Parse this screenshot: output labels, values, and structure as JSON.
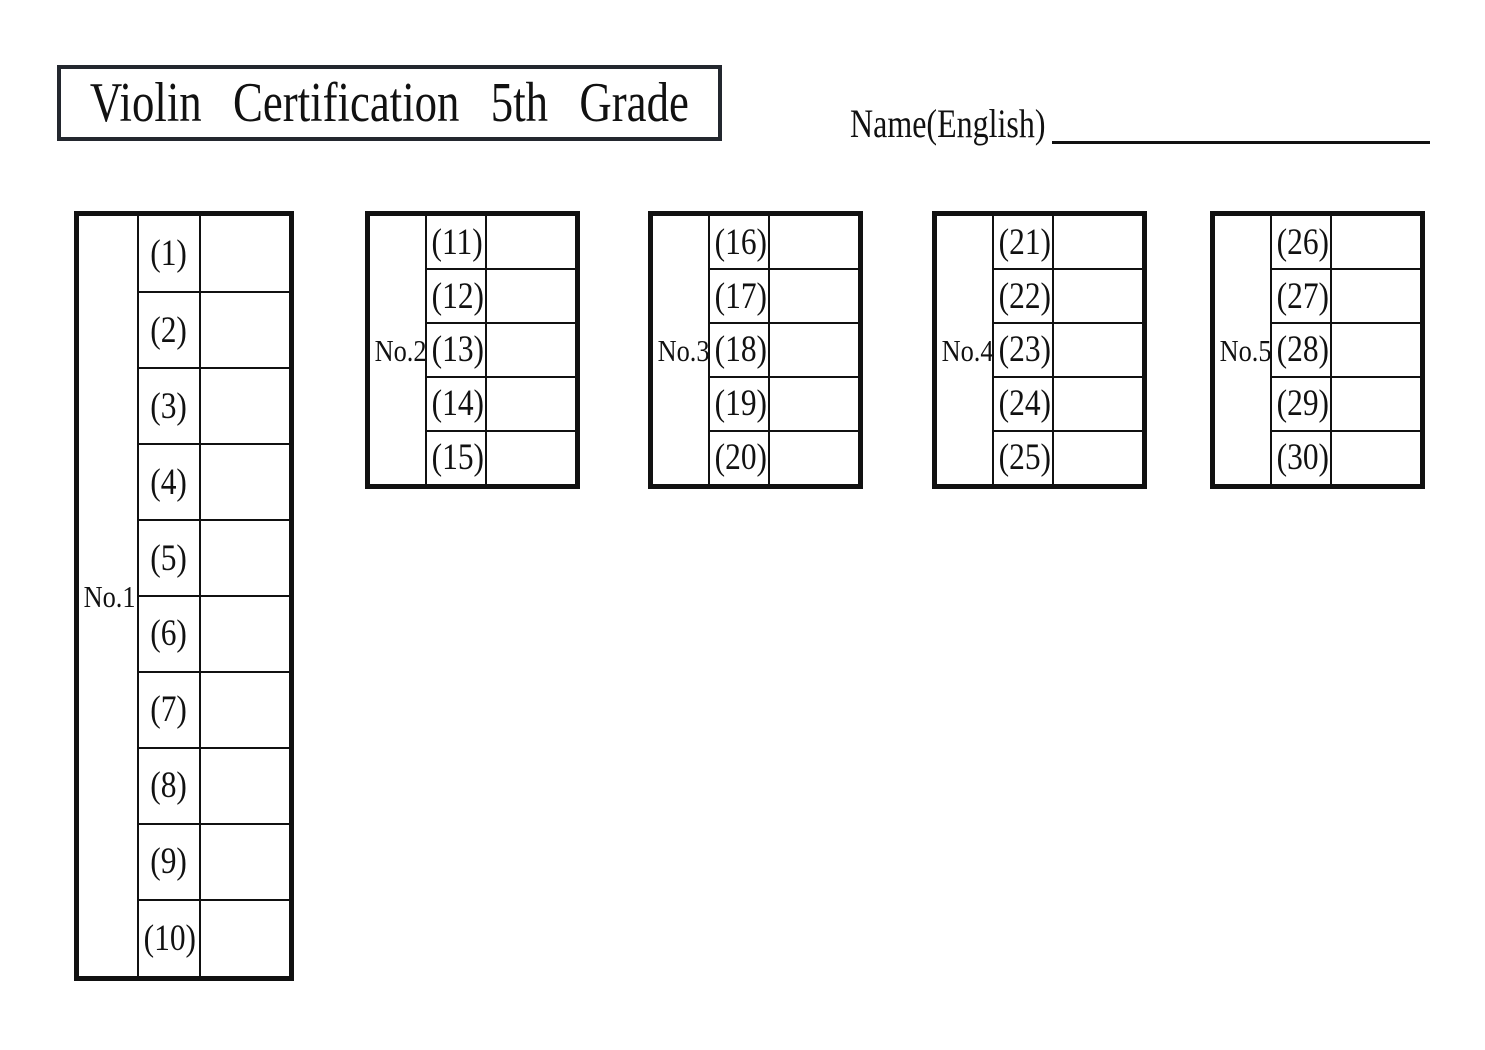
{
  "header": {
    "title": "Violin Certification 5th Grade",
    "name_label": "Name(English)",
    "name_value": ""
  },
  "colors": {
    "ink": "#111111",
    "title_box_border": "#23272e",
    "background": "#ffffff"
  },
  "sections": [
    {
      "label": "No.1",
      "rows": [
        {
          "number": "(1)",
          "answer": ""
        },
        {
          "number": "(2)",
          "answer": ""
        },
        {
          "number": "(3)",
          "answer": ""
        },
        {
          "number": "(4)",
          "answer": ""
        },
        {
          "number": "(5)",
          "answer": ""
        },
        {
          "number": "(6)",
          "answer": ""
        },
        {
          "number": "(7)",
          "answer": ""
        },
        {
          "number": "(8)",
          "answer": ""
        },
        {
          "number": "(9)",
          "answer": ""
        },
        {
          "number": "(10)",
          "answer": ""
        }
      ]
    },
    {
      "label": "No.2",
      "rows": [
        {
          "number": "(11)",
          "answer": ""
        },
        {
          "number": "(12)",
          "answer": ""
        },
        {
          "number": "(13)",
          "answer": ""
        },
        {
          "number": "(14)",
          "answer": ""
        },
        {
          "number": "(15)",
          "answer": ""
        }
      ]
    },
    {
      "label": "No.3",
      "rows": [
        {
          "number": "(16)",
          "answer": ""
        },
        {
          "number": "(17)",
          "answer": ""
        },
        {
          "number": "(18)",
          "answer": ""
        },
        {
          "number": "(19)",
          "answer": ""
        },
        {
          "number": "(20)",
          "answer": ""
        }
      ]
    },
    {
      "label": "No.4",
      "rows": [
        {
          "number": "(21)",
          "answer": ""
        },
        {
          "number": "(22)",
          "answer": ""
        },
        {
          "number": "(23)",
          "answer": ""
        },
        {
          "number": "(24)",
          "answer": ""
        },
        {
          "number": "(25)",
          "answer": ""
        }
      ]
    },
    {
      "label": "No.5",
      "rows": [
        {
          "number": "(26)",
          "answer": ""
        },
        {
          "number": "(27)",
          "answer": ""
        },
        {
          "number": "(28)",
          "answer": ""
        },
        {
          "number": "(29)",
          "answer": ""
        },
        {
          "number": "(30)",
          "answer": ""
        }
      ]
    }
  ]
}
